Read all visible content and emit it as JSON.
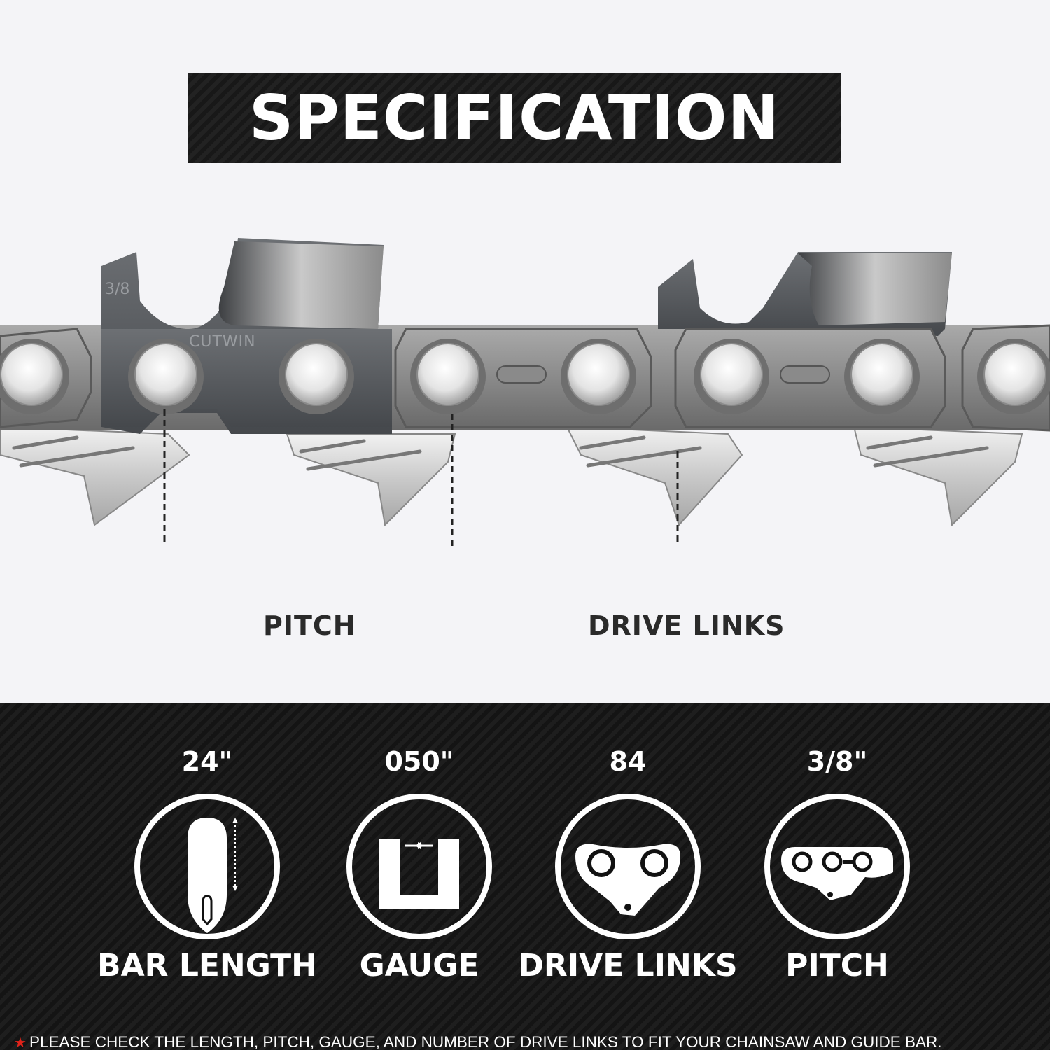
{
  "header": {
    "title": "SPECIFICATION"
  },
  "chain": {
    "markings": {
      "pitch_stamp": "3/8",
      "brand_stamp": "CUTWIN"
    },
    "callouts": {
      "pitch": "PITCH",
      "drive_links": "DRIVE LINKS"
    }
  },
  "specs": [
    {
      "value": "24\"",
      "label": "BAR LENGTH",
      "icon": "guide-bar-icon"
    },
    {
      "value": "050\"",
      "label": "GAUGE",
      "icon": "gauge-icon"
    },
    {
      "value": "84",
      "label": "DRIVE LINKS",
      "icon": "drive-link-icon"
    },
    {
      "value": "3/8\"",
      "label": "PITCH",
      "icon": "pitch-icon"
    }
  ],
  "disclaimer": {
    "marker": "★",
    "text": "PLEASE CHECK THE LENGTH, PITCH, GAUGE, AND NUMBER OF DRIVE LINKS TO FIT YOUR CHAINSAW AND GUIDE BAR."
  },
  "colors": {
    "panel_dark": "#171717",
    "accent_star": "#e2231a",
    "background": "#f4f4f7"
  }
}
